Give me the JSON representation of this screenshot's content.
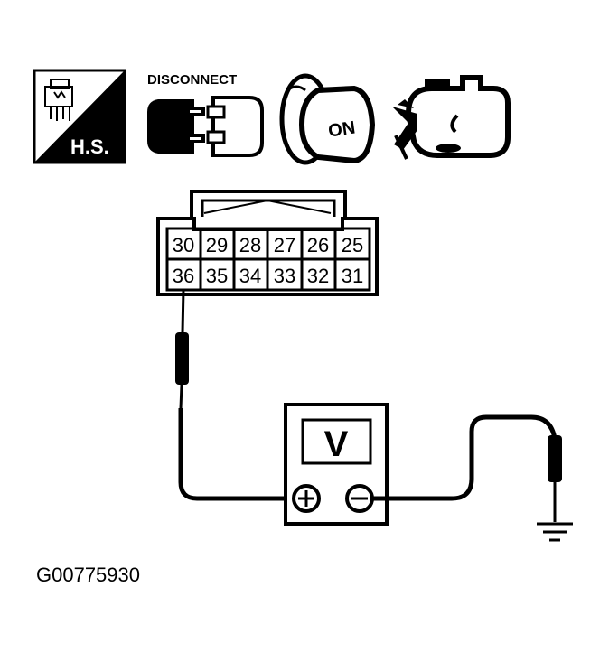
{
  "icons": {
    "harness_side": {
      "label": "H.S.",
      "icon": "harness-side-icon"
    },
    "disconnect": {
      "label": "DISCONNECT",
      "icon": "disconnect-connector-icon"
    },
    "ignition": {
      "label": "ON",
      "icon": "ignition-key-on-icon"
    },
    "engine": {
      "icon": "engine-stopped-icon"
    }
  },
  "connector": {
    "top_row": [
      "30",
      "29",
      "28",
      "27",
      "26",
      "25"
    ],
    "bottom_row": [
      "36",
      "35",
      "34",
      "33",
      "32",
      "31"
    ]
  },
  "meter": {
    "display": "V",
    "plus": "+",
    "minus": "−"
  },
  "figure_id": "G00775930"
}
